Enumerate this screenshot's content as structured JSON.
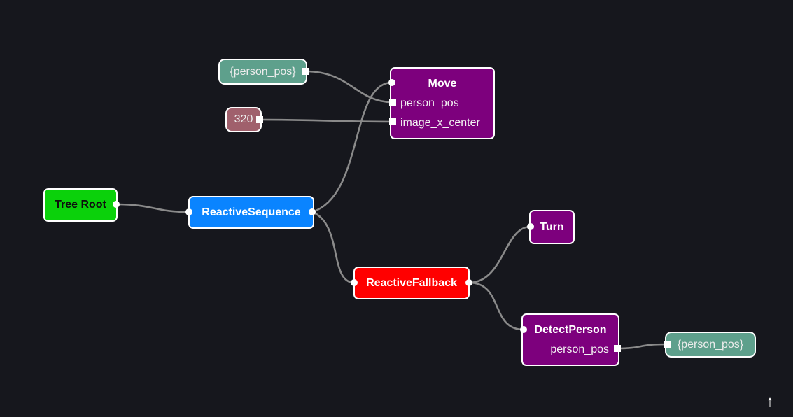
{
  "nodes": {
    "tree_root": {
      "label": "Tree Root",
      "color": "#0bd10b"
    },
    "reactive_sequence": {
      "label": "ReactiveSequence",
      "color": "#0a84ff"
    },
    "reactive_fallback": {
      "label": "ReactiveFallback",
      "color": "#ff0000"
    },
    "move": {
      "label": "Move",
      "ports": [
        "person_pos",
        "image_x_center"
      ],
      "color": "#7d007d"
    },
    "turn": {
      "label": "Turn",
      "color": "#7d007d"
    },
    "detect_person": {
      "label": "DetectPerson",
      "ports": [
        "person_pos"
      ],
      "color": "#7d007d"
    }
  },
  "values": {
    "move_person_pos": {
      "text": "{person_pos}",
      "color": "#5ea08c"
    },
    "move_image_x_center": {
      "text": "320",
      "color": "#a0606c"
    },
    "detect_person_pos": {
      "text": "{person_pos}",
      "color": "#5ea08c"
    }
  },
  "edges": [
    {
      "from": "tree_root",
      "to": "reactive_sequence"
    },
    {
      "from": "reactive_sequence",
      "to": "move"
    },
    {
      "from": "reactive_sequence",
      "to": "reactive_fallback"
    },
    {
      "from": "reactive_fallback",
      "to": "turn"
    },
    {
      "from": "reactive_fallback",
      "to": "detect_person"
    },
    {
      "from": "move_person_pos",
      "to": "move.person_pos"
    },
    {
      "from": "move_image_x_center",
      "to": "move.image_x_center"
    },
    {
      "from": "detect_person.person_pos",
      "to": "detect_person_pos"
    }
  ],
  "controls": {
    "up_arrow_icon": "arrow-up-icon",
    "up_arrow_glyph": "↑"
  }
}
